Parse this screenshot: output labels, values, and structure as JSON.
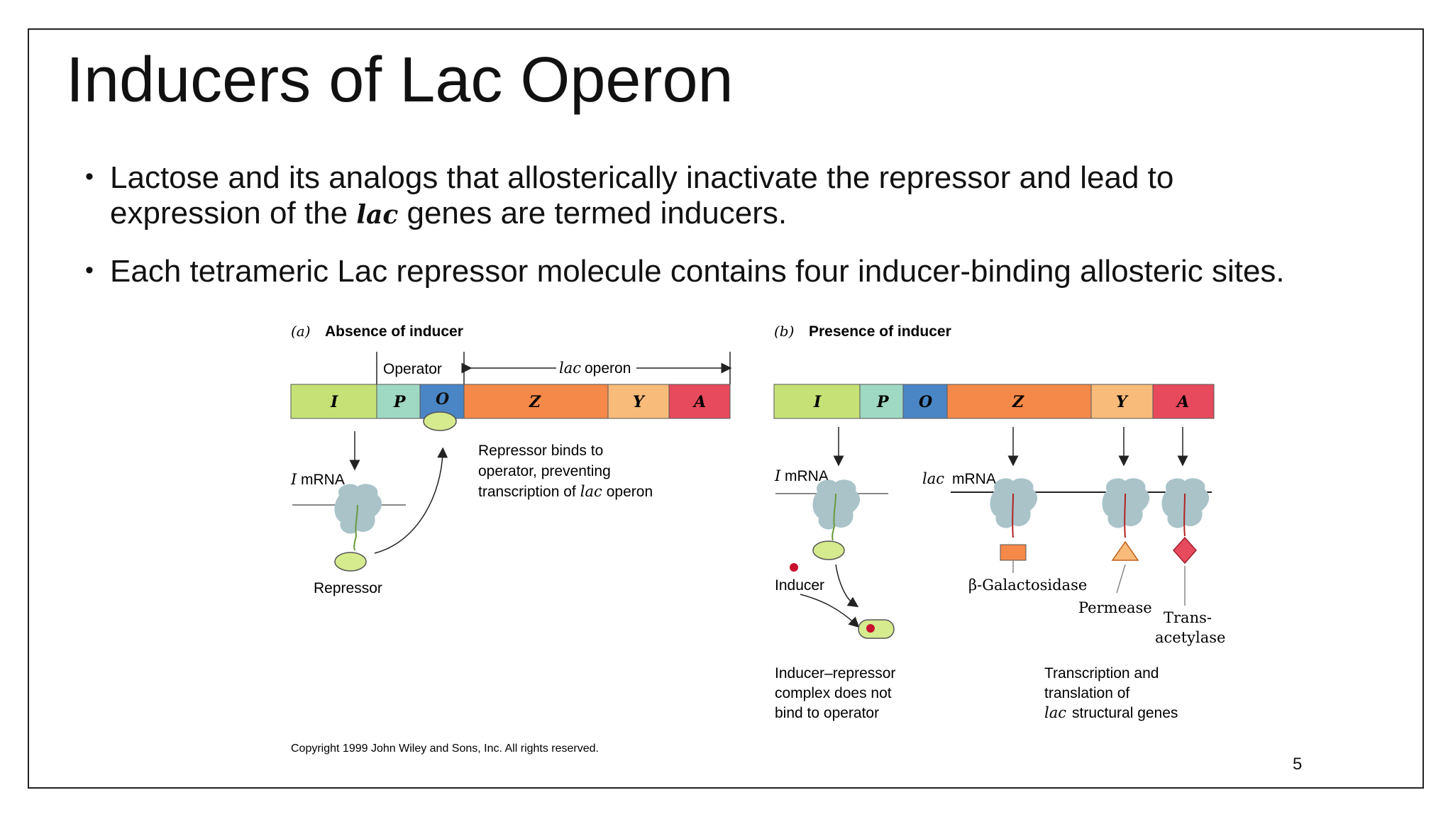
{
  "slide": {
    "title": "Inducers of Lac Operon",
    "bullets": [
      {
        "before": "Lactose and its analogs that allosterically inactivate the repressor and lead to expression of the ",
        "italic": "lac",
        "after": " genes are termed inducers."
      },
      {
        "text": "Each tetrameric Lac repressor molecule contains four inducer-binding allosteric sites."
      }
    ],
    "page_number": "5"
  },
  "figure": {
    "panel_a": {
      "letter": "(a)",
      "heading": "Absence of inducer",
      "operator_label": "Operator",
      "operon_italic": "lac",
      "operon_text": "operon",
      "genes": [
        "I",
        "P",
        "O",
        "Z",
        "Y",
        "A"
      ],
      "mrna_italic": "I",
      "mrna_text": "mRNA",
      "repressor_label": "Repressor",
      "note_lines": [
        "Repressor binds to",
        "operator, preventing"
      ],
      "note_line3_text": "transcription of",
      "note_line3_italic": "lac",
      "note_line3_end": "operon"
    },
    "panel_b": {
      "letter": "(b)",
      "heading": "Presence of inducer",
      "genes": [
        "I",
        "P",
        "O",
        "Z",
        "Y",
        "A"
      ],
      "mrna_left_italic": "I",
      "mrna_left_text": "mRNA",
      "mrna_right_italic": "lac",
      "mrna_right_text": "mRNA",
      "inducer_label": "Inducer",
      "galactosidase_label": "β-Galactosidase",
      "permease_label": "Permease",
      "transacetylase_line1": "Trans-",
      "transacetylase_line2": "acetylase",
      "complex_note": [
        "Inducer–repressor",
        "complex does not",
        "bind to operator"
      ],
      "transcription_note_lines": [
        "Transcription and",
        "translation of"
      ],
      "transcription_note_italic": "lac",
      "transcription_note_end": "structural genes"
    },
    "copyright": "Copyright 1999 John Wiley and Sons, Inc. All rights reserved."
  },
  "colors": {
    "I": "#c6e277",
    "P": "#9fd9c3",
    "O": "#4a86c5",
    "Z": "#f5894a",
    "Y": "#f8bb7a",
    "A": "#e64a5c",
    "ribosome": "#a9c3c9",
    "repressor": "#d6ea8e",
    "inducer": "#c8102e"
  }
}
